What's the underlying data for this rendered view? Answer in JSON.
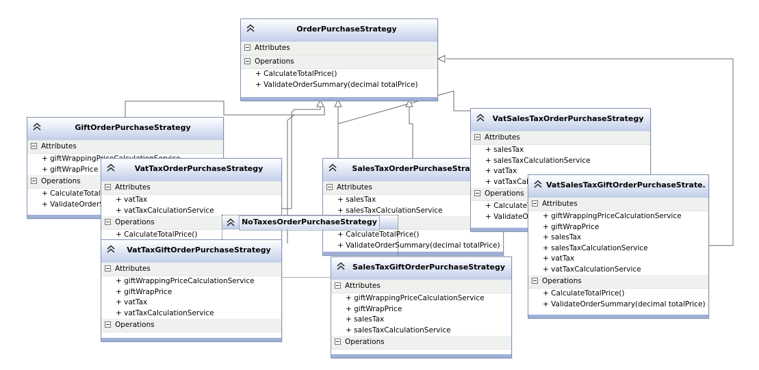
{
  "diagram": {
    "classes": [
      {
        "id": "ops",
        "title": "OrderPurchaseStrategy",
        "sections": [
          {
            "label": "Attributes",
            "members": []
          },
          {
            "label": "Operations",
            "members": [
              "+ CalculateTotalPrice()",
              "+ ValidateOrderSummary(decimal totalPrice)"
            ]
          }
        ]
      },
      {
        "id": "gift",
        "title": "GiftOrderPurchaseStrategy",
        "sections": [
          {
            "label": "Attributes",
            "members": [
              "+ giftWrappingPriceCalculationService",
              "+ giftWrapPrice"
            ]
          },
          {
            "label": "Operations",
            "members": [
              "+ CalculateTotalPrice()",
              "+ ValidateOrderSummary(decimal totalPrice)"
            ]
          }
        ]
      },
      {
        "id": "vattax",
        "title": "VatTaxOrderPurchaseStrategy",
        "sections": [
          {
            "label": "Attributes",
            "members": [
              "+ vatTax",
              "+ vatTaxCalculationService"
            ]
          },
          {
            "label": "Operations",
            "members": [
              "+ CalculateTotalPrice()"
            ]
          }
        ]
      },
      {
        "id": "salestax",
        "title": "SalesTaxOrderPurchaseStrategy",
        "sections": [
          {
            "label": "Attributes",
            "members": [
              "+ salesTax",
              "+ salesTaxCalculationService"
            ]
          },
          {
            "label": "Operations",
            "members": [
              "+ CalculateTotalPrice()",
              "+ ValidateOrderSummary(decimal totalPrice)"
            ]
          }
        ]
      },
      {
        "id": "vatsales",
        "title": "VatSalesTaxOrderPurchaseStrategy",
        "sections": [
          {
            "label": "Attributes",
            "members": [
              "+ salesTax",
              "+ salesTaxCalculationService",
              "+ vatTax",
              "+ vatTaxCalculationService"
            ]
          },
          {
            "label": "Operations",
            "members": [
              "+ CalculateTotalPrice()",
              "+ ValidateOrderSummary(decimal totalPrice)"
            ]
          }
        ]
      },
      {
        "id": "vatsalesgift",
        "title": "VatSalesTaxGiftOrderPurchaseStrate...",
        "sections": [
          {
            "label": "Attributes",
            "members": [
              "+ giftWrappingPriceCalculationService",
              "+ giftWrapPrice",
              "+ salesTax",
              "+ salesTaxCalculationService",
              "+ vatTax",
              "+ vatTaxCalculationService"
            ]
          },
          {
            "label": "Operations",
            "members": [
              "+ CalculateTotalPrice()",
              "+ ValidateOrderSummary(decimal totalPrice)"
            ]
          }
        ]
      },
      {
        "id": "notaxes",
        "title": "NoTaxesOrderPurchaseStrategy",
        "sections": []
      },
      {
        "id": "vattaxgift",
        "title": "VatTaxGiftOrderPurchaseStrategy",
        "sections": [
          {
            "label": "Attributes",
            "members": [
              "+ giftWrappingPriceCalculationService",
              "+ giftWrapPrice",
              "+ vatTax",
              "+ vatTaxCalculationService"
            ]
          },
          {
            "label": "Operations",
            "members": []
          }
        ]
      },
      {
        "id": "salestaxgift",
        "title": "SalesTaxGiftOrderPurchaseStrategy",
        "sections": [
          {
            "label": "Attributes",
            "members": [
              "+ giftWrappingPriceCalculationService",
              "+ giftWrapPrice",
              "+ salesTax",
              "+ salesTaxCalculationService"
            ]
          },
          {
            "label": "Operations",
            "members": []
          }
        ]
      }
    ]
  },
  "colors": {
    "edge": "#6a6a6a",
    "border": "#7f8fb6",
    "section_bg": "#eff1ee"
  }
}
